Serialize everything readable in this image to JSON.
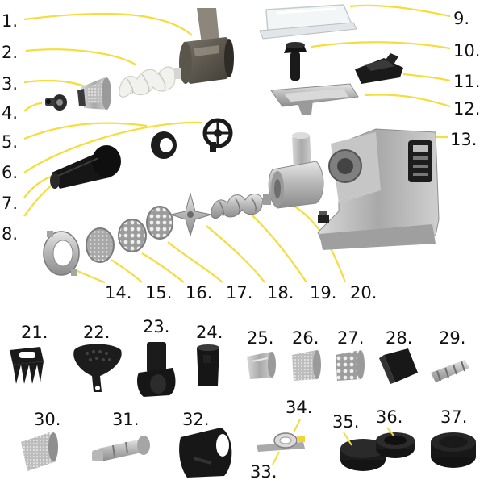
{
  "parts": {
    "p1": "1.",
    "p2": "2.",
    "p3": "3.",
    "p4": "4.",
    "p5": "5.",
    "p6": "6.",
    "p7": "7.",
    "p8": "8.",
    "p9": "9.",
    "p10": "10.",
    "p11": "11.",
    "p12": "12.",
    "p13": "13.",
    "p14": "14.",
    "p15": "15.",
    "p16": "16.",
    "p17": "17.",
    "p18": "18.",
    "p19": "19.",
    "p20": "20.",
    "p21": "21.",
    "p22": "22.",
    "p23": "23.",
    "p24": "24.",
    "p25": "25.",
    "p26": "26.",
    "p27": "27.",
    "p28": "28.",
    "p29": "29.",
    "p30": "30.",
    "p31": "31.",
    "p32": "32.",
    "p33": "33.",
    "p34": "34.",
    "p35": "35.",
    "p36": "36.",
    "p37": "37."
  },
  "colors": {
    "leader": "#f4dd3c",
    "steel": "#b8b8b8",
    "dark": "#1b1b1b",
    "label": "#111111"
  }
}
